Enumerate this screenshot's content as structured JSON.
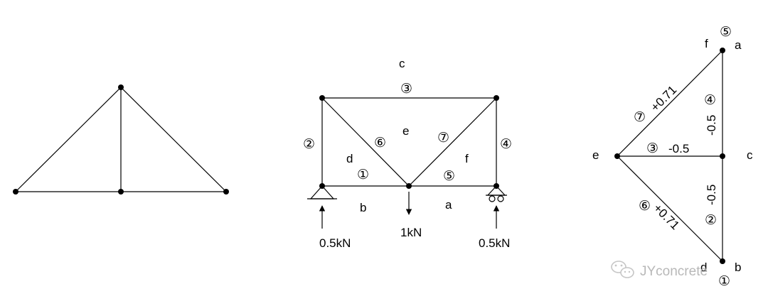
{
  "colors": {
    "tension": "#e0201c",
    "compression": "#1f2fd0",
    "line": "#000000",
    "watermark": "#b8b8b8"
  },
  "truss_b": {
    "space_labels": {
      "c": "c",
      "e": "e",
      "d": "d",
      "f": "f",
      "b": "b",
      "a": "a"
    },
    "member_labels": {
      "m1": "①",
      "m2": "②",
      "m3": "③",
      "m4": "④",
      "m5": "⑤",
      "m6": "⑥",
      "m7": "⑦"
    },
    "loads": {
      "left_reaction": "0.5kN",
      "center_load": "1kN",
      "right_reaction": "0.5kN"
    }
  },
  "force_diagram": {
    "points": {
      "f": "f",
      "a": "a",
      "e": "e",
      "c": "c",
      "d": "d",
      "b": "b"
    },
    "member_labels": {
      "m1": "①",
      "m2": "②",
      "m3": "③",
      "m4": "④",
      "m5": "⑤",
      "m6": "⑥",
      "m7": "⑦"
    },
    "forces": {
      "f7": "+0.71",
      "f6": "+0.71",
      "f3": "-0.5",
      "f4": "-0.5",
      "f2": "-0.5"
    }
  },
  "watermark": {
    "text": "JYconcrete",
    "icon": "wechat-icon"
  }
}
